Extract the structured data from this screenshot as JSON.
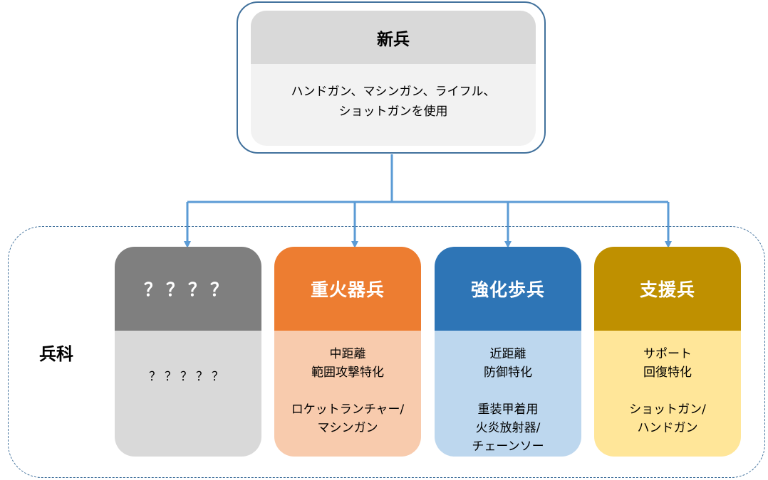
{
  "root": {
    "title": "新兵",
    "description_lines": [
      "ハンドガン、マシンガン、ライフル、",
      "ショットガンを使用"
    ]
  },
  "group": {
    "label": "兵科"
  },
  "classes": [
    {
      "title": "？？？？",
      "lines": [
        "？？？？？"
      ]
    },
    {
      "title": "重火器兵",
      "lines": [
        "中距離",
        "範囲攻撃特化",
        "",
        "ロケットランチャー/",
        "マシンガン"
      ]
    },
    {
      "title": "強化歩兵",
      "lines": [
        "近距離",
        "防御特化",
        "",
        "重装甲着用",
        "火炎放射器/",
        "チェーンソー"
      ]
    },
    {
      "title": "支援兵",
      "lines": [
        "サポート",
        "回復特化",
        "",
        "ショットガン/",
        "ハンドガン"
      ]
    }
  ],
  "colors": {
    "line": "#5b9bd5",
    "border": "#41719c",
    "unknown_head": "#7f7f7f",
    "heavy_head": "#ed7d31",
    "enhanced_head": "#2e75b6",
    "support_head": "#bf9000"
  }
}
